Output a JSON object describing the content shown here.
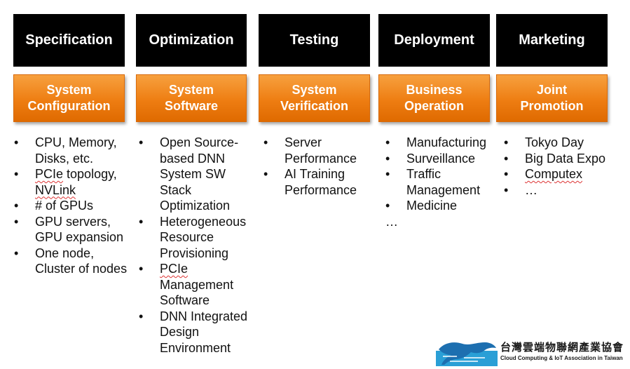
{
  "columns": [
    {
      "phase": "Specification",
      "task": [
        "System",
        "Configuration"
      ],
      "items": [
        {
          "parts": [
            {
              "t": "CPU, Memory, Disks, etc."
            }
          ]
        },
        {
          "parts": [
            {
              "t": "PCIe",
              "sq": true
            },
            {
              "t": " topology, "
            },
            {
              "t": "NVLink",
              "sq": true
            }
          ]
        },
        {
          "parts": [
            {
              "t": "# of GPUs"
            }
          ]
        },
        {
          "parts": [
            {
              "t": "GPU servers, GPU expansion"
            }
          ]
        },
        {
          "parts": [
            {
              "t": "One node, Cluster of nodes"
            }
          ]
        }
      ]
    },
    {
      "phase": "Optimization",
      "task": [
        "System",
        "Software"
      ],
      "items": [
        {
          "parts": [
            {
              "t": "Open Source-based DNN System SW Stack Optimization"
            }
          ]
        },
        {
          "parts": [
            {
              "t": "Heterogeneous Resource Provisioning"
            }
          ]
        },
        {
          "parts": [
            {
              "t": "PCIe",
              "sq": true
            },
            {
              "t": " Management Software"
            }
          ]
        },
        {
          "parts": [
            {
              "t": "DNN Integrated Design Environment"
            }
          ]
        }
      ]
    },
    {
      "phase": "Testing",
      "task": [
        "System",
        "Verification"
      ],
      "items": [
        {
          "parts": [
            {
              "t": "Server Performance"
            }
          ]
        },
        {
          "parts": [
            {
              "t": "AI Training Performance"
            }
          ]
        }
      ]
    },
    {
      "phase": "Deployment",
      "task": [
        "Business",
        "Operation"
      ],
      "items": [
        {
          "parts": [
            {
              "t": "Manufacturing"
            }
          ]
        },
        {
          "parts": [
            {
              "t": "Surveillance"
            }
          ]
        },
        {
          "parts": [
            {
              "t": "Traffic Management"
            }
          ]
        },
        {
          "parts": [
            {
              "t": "Medicine"
            }
          ]
        },
        {
          "plain": true,
          "parts": [
            {
              "t": "…"
            }
          ]
        }
      ]
    },
    {
      "phase": "Marketing",
      "task": [
        "Joint",
        "Promotion"
      ],
      "items": [
        {
          "parts": [
            {
              "t": "Tokyo Day"
            }
          ]
        },
        {
          "parts": [
            {
              "t": "Big Data Expo"
            }
          ]
        },
        {
          "parts": [
            {
              "t": "Computex",
              "sq": true
            }
          ]
        },
        {
          "parts": [
            {
              "t": "…"
            }
          ]
        }
      ]
    }
  ],
  "logo": {
    "name_zh": "台灣雲端物聯網產業協會",
    "name_en": "Cloud Computing & IoT Association in Taiwan"
  },
  "colors": {
    "phase_bg": "#000000",
    "task_bg": "#ee7d12",
    "text": "#111111"
  }
}
